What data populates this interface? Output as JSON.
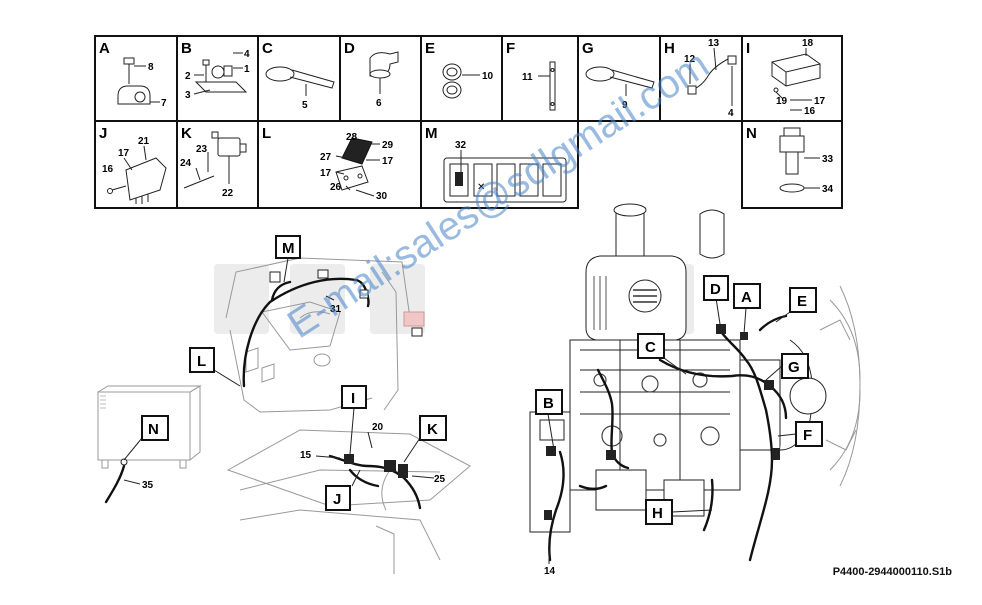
{
  "legend": {
    "cells": [
      {
        "letter": "A",
        "numbers": [
          "8",
          "7"
        ]
      },
      {
        "letter": "B",
        "numbers": [
          "4",
          "1",
          "2",
          "3"
        ]
      },
      {
        "letter": "C",
        "numbers": [
          "5"
        ]
      },
      {
        "letter": "D",
        "numbers": [
          "6"
        ]
      },
      {
        "letter": "E",
        "numbers": [
          "10"
        ]
      },
      {
        "letter": "F",
        "numbers": [
          "11"
        ]
      },
      {
        "letter": "G",
        "numbers": [
          "9"
        ]
      },
      {
        "letter": "H",
        "numbers": [
          "13",
          "12",
          "4"
        ]
      },
      {
        "letter": "I",
        "numbers": [
          "18",
          "19",
          "17",
          "16"
        ]
      },
      {
        "letter": "J",
        "numbers": [
          "21",
          "17",
          "16"
        ]
      },
      {
        "letter": "K",
        "numbers": [
          "24",
          "23",
          "22"
        ]
      },
      {
        "letter": "L",
        "numbers": [
          "28",
          "29",
          "27",
          "17",
          "17",
          "26",
          "30"
        ]
      },
      {
        "letter": "M",
        "numbers": [
          "32"
        ]
      },
      {
        "letter": "N",
        "numbers": [
          "33",
          "34"
        ]
      }
    ]
  },
  "callouts": [
    "M",
    "L",
    "I",
    "K",
    "J",
    "N",
    "D",
    "A",
    "E",
    "C",
    "G",
    "B",
    "F",
    "H"
  ],
  "part_numbers": [
    "31",
    "20",
    "15",
    "25",
    "35",
    "14"
  ],
  "watermark": "E-mail:sales@sdlgmail.com",
  "drawing_code": "P4400-2944000110.S1b"
}
